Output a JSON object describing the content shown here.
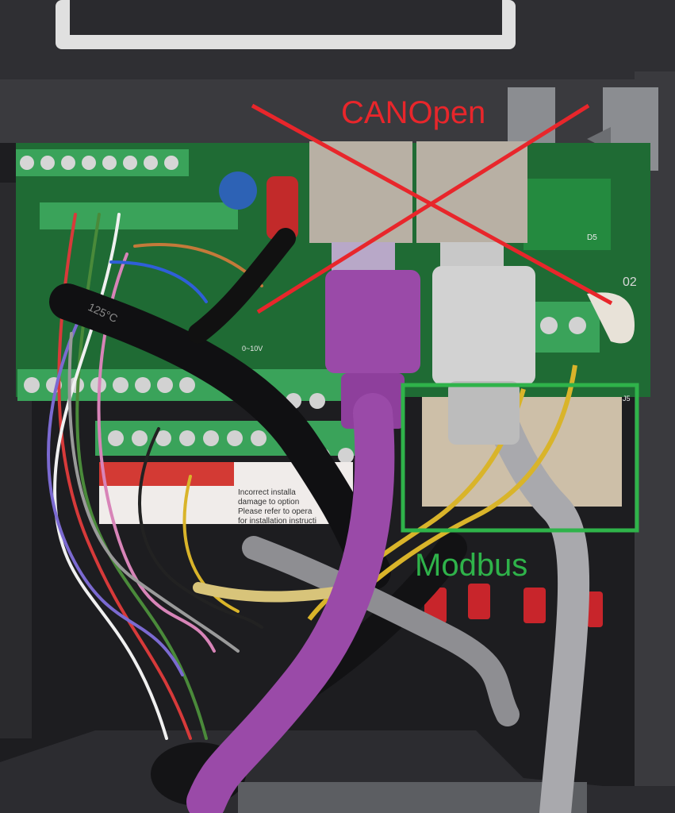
{
  "annotations": {
    "canopen": {
      "text": "CANOpen",
      "color": "#e8262b"
    },
    "modbus": {
      "text": "Modbus",
      "color": "#2fb34a"
    }
  },
  "board_markings": {
    "connector_id": "02",
    "led_label": "D5",
    "jumper_label": "J5",
    "analog_range": "0~10V",
    "cable_print": "125°C"
  },
  "warning_sticker": {
    "line1": "Incorrect installa",
    "line2": "damage to option",
    "line3": "Please refer to opera",
    "line4": "for installation instructi"
  },
  "colors": {
    "housing": "#2b2b2e",
    "pcb_green": "#1f7a3a",
    "terminal_green": "#3aa35a",
    "purple_cable": "#9a4aa8",
    "grey_cable": "#c9c9c9",
    "yellow_wire": "#d9b42a"
  },
  "icons": [
    "cross-mark-icon",
    "highlight-box-icon"
  ]
}
